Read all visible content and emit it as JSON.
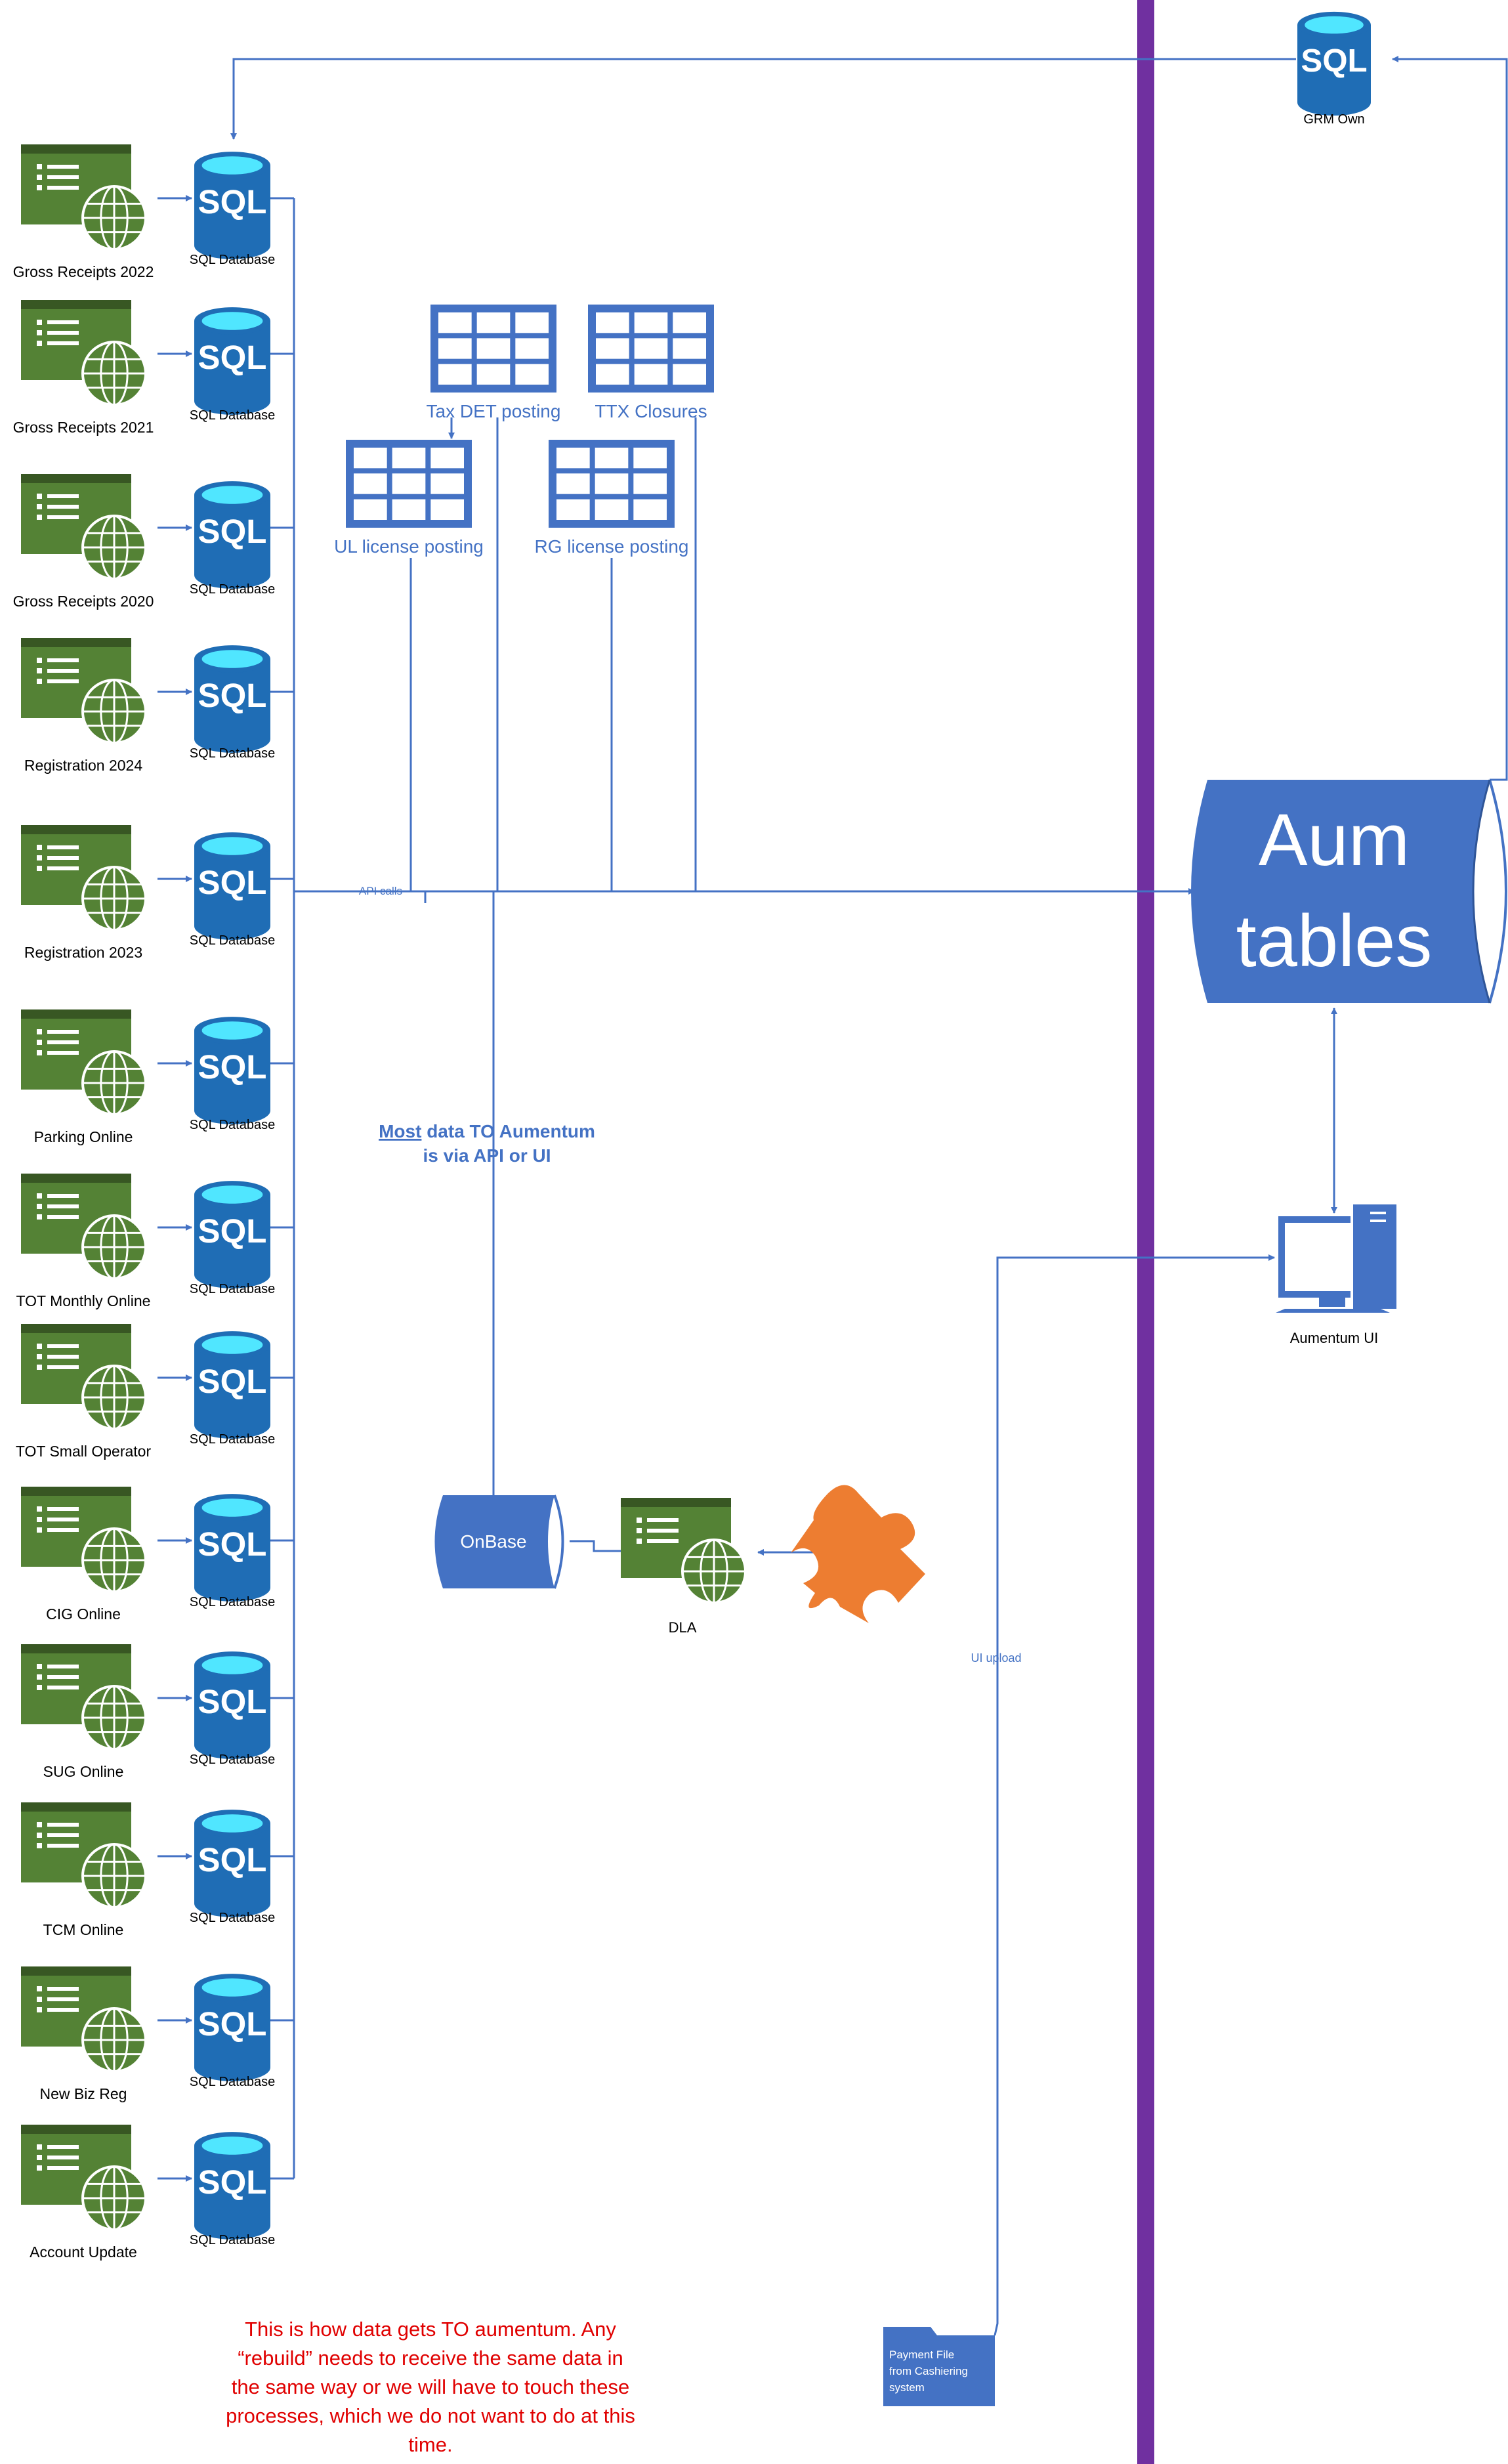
{
  "colors": {
    "blue": "#4472C4",
    "sql_blue": "#1F6DB5",
    "sql_top": "#50E6FF",
    "app_green": "#548235",
    "app_dark": "#385723",
    "purple": "#7030A0",
    "orange": "#ED7D31",
    "red_note": "#E00000"
  },
  "sources": [
    {
      "app": "Gross Receipts 2022",
      "db": "SQL Database"
    },
    {
      "app": "Gross Receipts 2021",
      "db": "SQL Database"
    },
    {
      "app": "Gross Receipts 2020",
      "db": "SQL Database"
    },
    {
      "app": "Registration 2024",
      "db": "SQL Database"
    },
    {
      "app": "Registration 2023",
      "db": "SQL Database"
    },
    {
      "app": "Parking Online",
      "db": "SQL Database"
    },
    {
      "app": "TOT Monthly Online",
      "db": "SQL Database"
    },
    {
      "app": "TOT Small Operator",
      "db": "SQL Database"
    },
    {
      "app": "CIG Online",
      "db": "SQL Database"
    },
    {
      "app": "SUG Online",
      "db": "SQL Database"
    },
    {
      "app": "TCM Online",
      "db": "SQL Database"
    },
    {
      "app": "New Biz Reg",
      "db": "SQL Database"
    },
    {
      "app": "Account Update",
      "db": "SQL Database"
    }
  ],
  "sql_glyph": "SQL",
  "grm": {
    "label": "GRM Own"
  },
  "tables": [
    {
      "label": "Tax DET posting"
    },
    {
      "label": "TTX Closures"
    },
    {
      "label": "UL license posting"
    },
    {
      "label": "RG license posting"
    }
  ],
  "api_calls_label": "API calls",
  "aum": {
    "line1": "Aum",
    "line2": "tables"
  },
  "aumentum_ui": {
    "label": "Aumentum UI"
  },
  "note_most": {
    "underlined": "Most",
    "rest1": " data TO Aumentum",
    "line2": "is via API or UI"
  },
  "onbase": {
    "label": "OnBase"
  },
  "dla": {
    "label": "DLA"
  },
  "ui_upload_label": "UI upload",
  "payment_file": {
    "line1": "Payment File",
    "line2": "from Cashiering",
    "line3": "system"
  },
  "red_note": [
    "This is how data gets TO aumentum.  Any",
    "“rebuild” needs to receive the same data in",
    "the same way or we will have to touch these",
    "processes, which we do not want to do at this",
    "time."
  ]
}
